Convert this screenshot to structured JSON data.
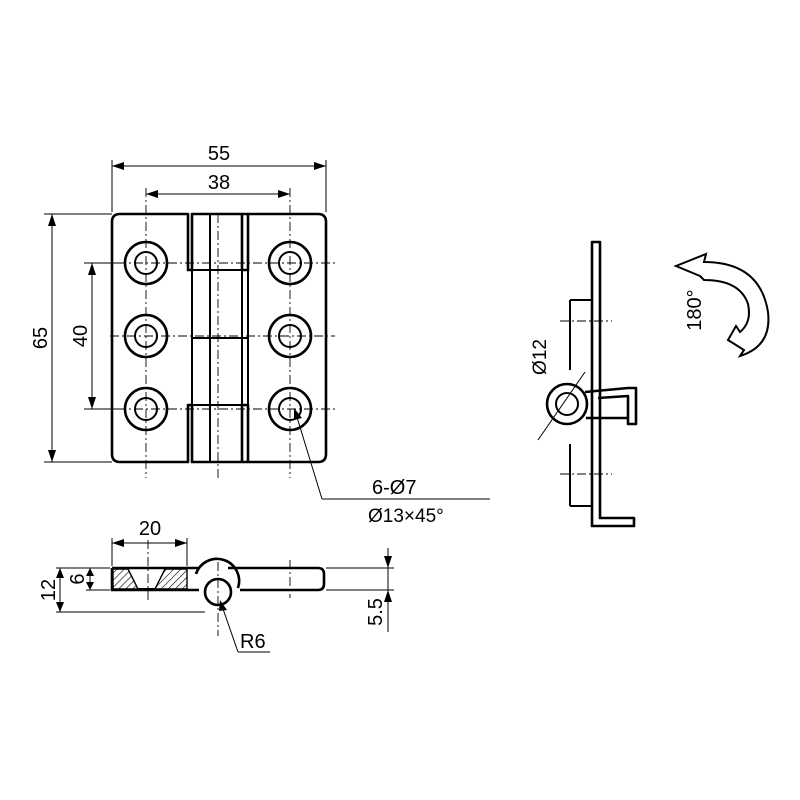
{
  "front_view": {
    "dim_width": "55",
    "dim_hole_spacing_x": "38",
    "dim_height": "65",
    "dim_hole_spacing_y": "40"
  },
  "callout": {
    "holes": "6-Ø7",
    "countersink": "Ø13×45°"
  },
  "section_view": {
    "dim_leaf": "20",
    "dim_total_thickness": "12",
    "dim_leaf_thickness": "6",
    "dim_knuckle_radius": "R6",
    "dim_offset": "5.5"
  },
  "side_view": {
    "dim_pin_diameter": "Ø12"
  },
  "rotation": {
    "angle": "180°"
  }
}
